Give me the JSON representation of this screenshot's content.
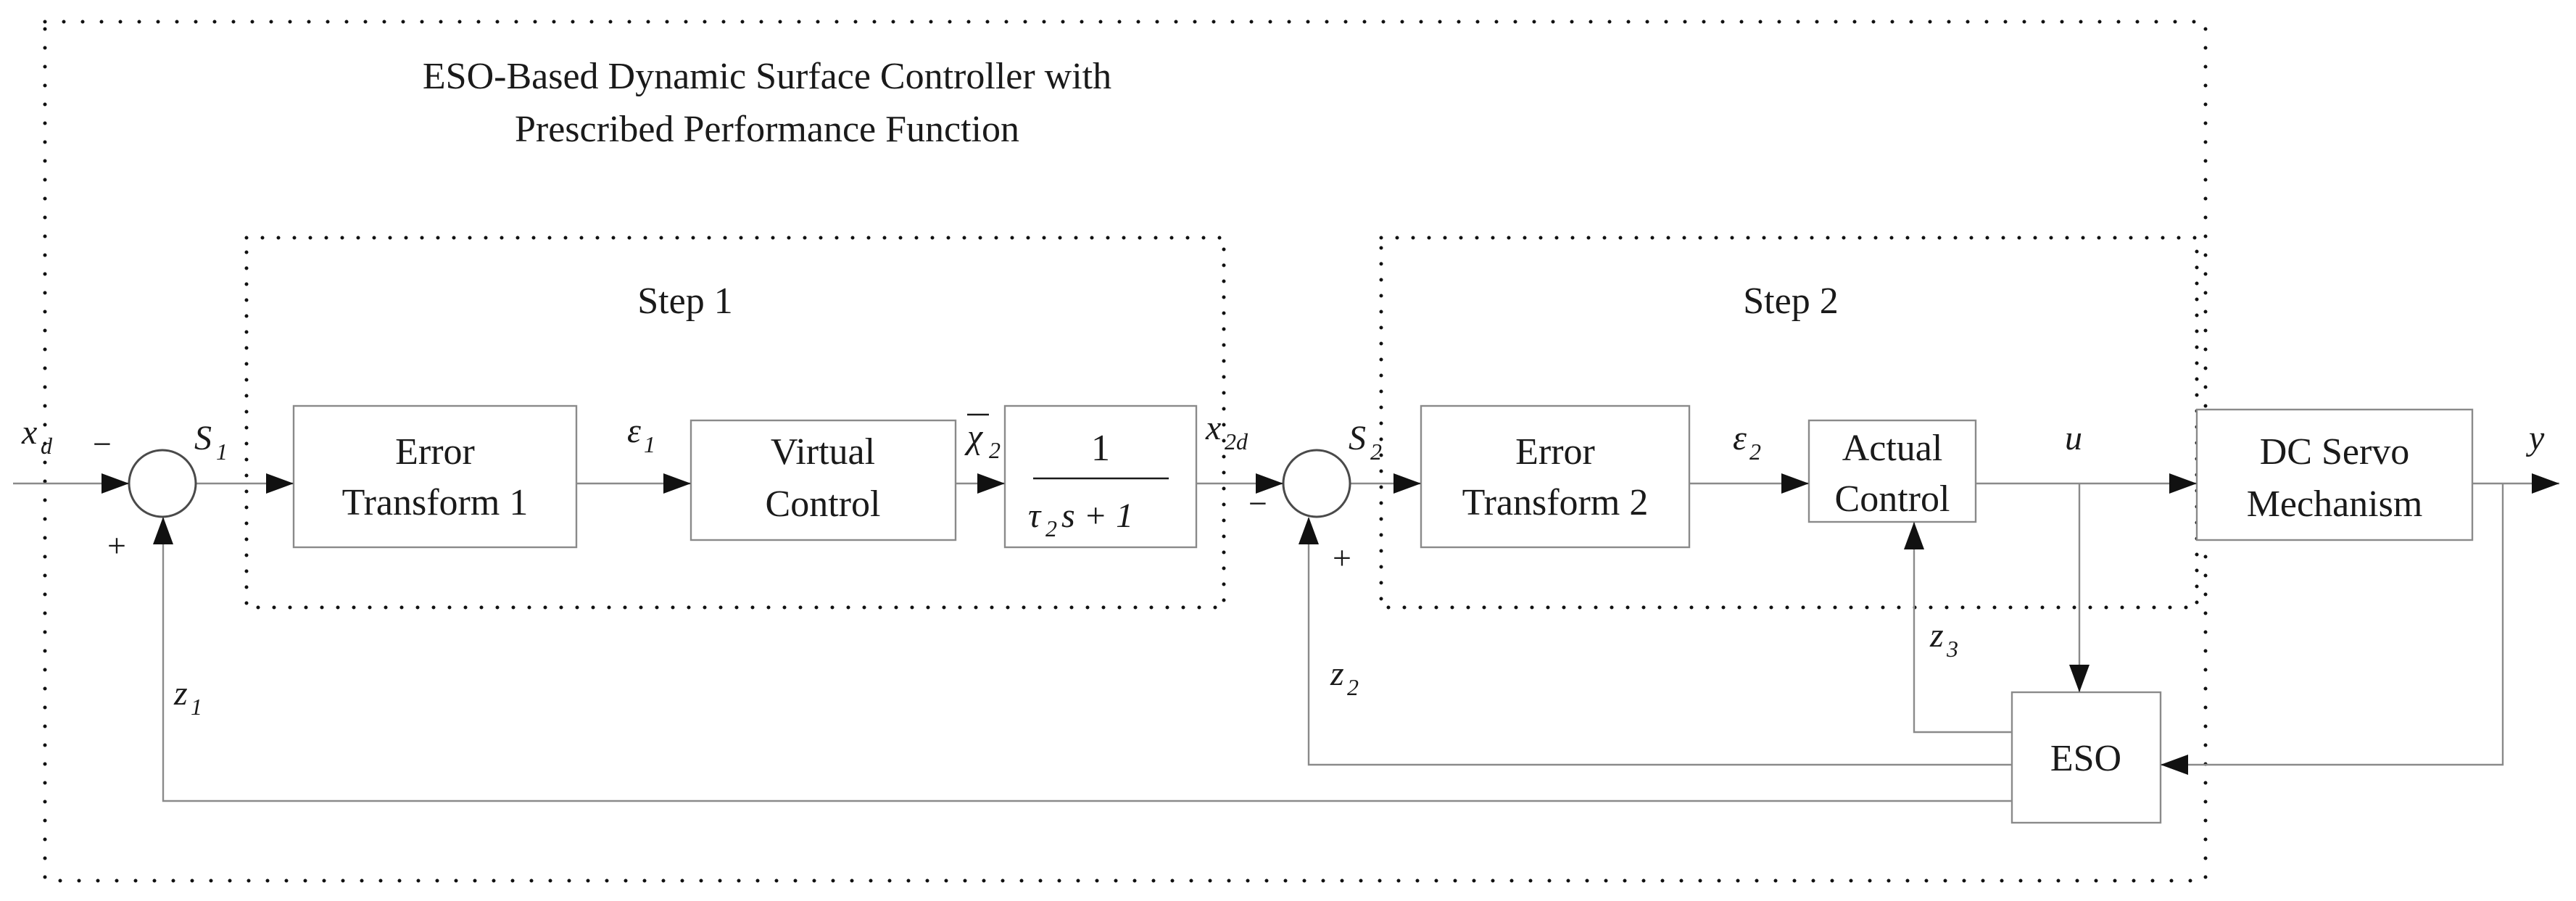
{
  "title": {
    "line1": "ESO-Based Dynamic Surface Controller with",
    "line2": "Prescribed Performance Function"
  },
  "steps": {
    "step1": "Step 1",
    "step2": "Step 2"
  },
  "blocks": {
    "error_transform_1": [
      "Error",
      "Transform 1"
    ],
    "virtual_control": [
      "Virtual",
      "Control"
    ],
    "filter": {
      "numerator": "1",
      "denominator_tau": "τ",
      "denominator_sub": "2",
      "denominator_rest": "s + 1"
    },
    "error_transform_2": [
      "Error",
      "Transform 2"
    ],
    "actual_control": [
      "Actual",
      "Control"
    ],
    "dc_servo": [
      "DC Servo",
      "Mechanism"
    ],
    "eso": "ESO"
  },
  "signals": {
    "xd": {
      "base": "x",
      "sub": "d"
    },
    "s1": {
      "base": "S",
      "sub": "1"
    },
    "eps1": {
      "base": "ε",
      "sub": "1"
    },
    "chi2": {
      "base": "χ",
      "sub": "2"
    },
    "x2d": {
      "base": "x",
      "sub": "2d"
    },
    "s2": {
      "base": "S",
      "sub": "2"
    },
    "eps2": {
      "base": "ε",
      "sub": "2"
    },
    "u": {
      "base": "u"
    },
    "y": {
      "base": "y"
    },
    "z1": {
      "base": "z",
      "sub": "1"
    },
    "z2": {
      "base": "z",
      "sub": "2"
    },
    "z3": {
      "base": "z",
      "sub": "3"
    }
  },
  "signs": {
    "sum1_minus": "−",
    "sum1_plus": "+",
    "sum2_minus": "−",
    "sum2_plus": "+"
  }
}
